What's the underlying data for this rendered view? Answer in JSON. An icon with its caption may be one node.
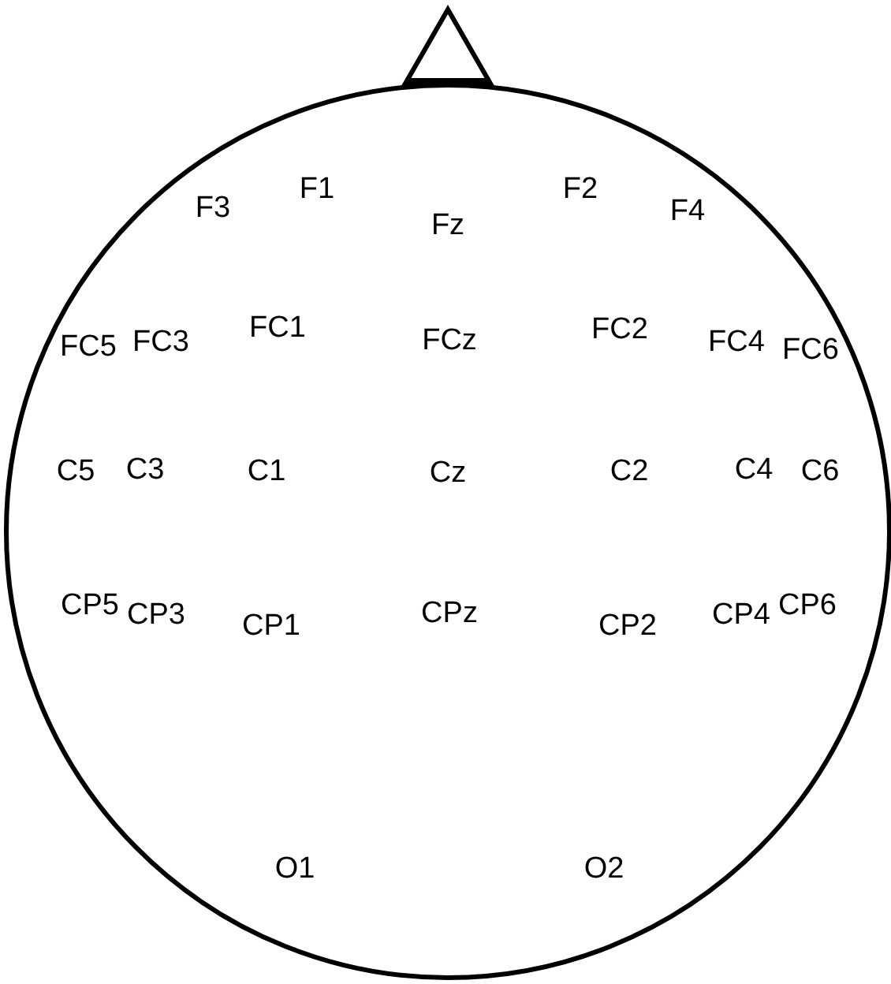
{
  "diagram": {
    "labels": [
      "F1",
      "F2",
      "F3",
      "Fz",
      "F4",
      "FC5",
      "FC3",
      "FC1",
      "FCz",
      "FC2",
      "FC4",
      "FC6",
      "C5",
      "C3",
      "C1",
      "Cz",
      "C2",
      "C4",
      "C6",
      "CP5",
      "CP6",
      "CP3",
      "CPz",
      "CP4",
      "CP1",
      "CP2",
      "O1",
      "O2"
    ]
  }
}
